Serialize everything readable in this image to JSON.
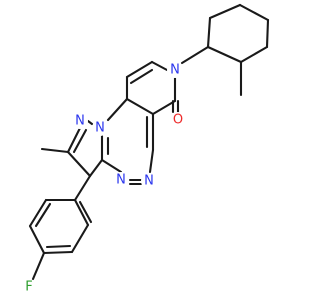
{
  "colors": {
    "bond": "#1a1a1a",
    "N": "#2b36ee",
    "O": "#ee2b2b",
    "F": "#2e9e2e",
    "background": "#ffffff"
  },
  "atoms": [
    {
      "symbol": "N",
      "name": "n-pyridinone",
      "color_key": "N"
    },
    {
      "symbol": "O",
      "name": "o-carbonyl",
      "color_key": "O"
    },
    {
      "symbol": "N",
      "name": "n-pyrazole-2",
      "color_key": "N"
    },
    {
      "symbol": "N",
      "name": "n-pyrazole-1",
      "color_key": "N"
    },
    {
      "symbol": "N",
      "name": "n-triazine-4",
      "color_key": "N"
    },
    {
      "symbol": "N",
      "name": "n-triazine-3",
      "color_key": "N"
    },
    {
      "symbol": "F",
      "name": "f-fluoro",
      "color_key": "F"
    }
  ]
}
